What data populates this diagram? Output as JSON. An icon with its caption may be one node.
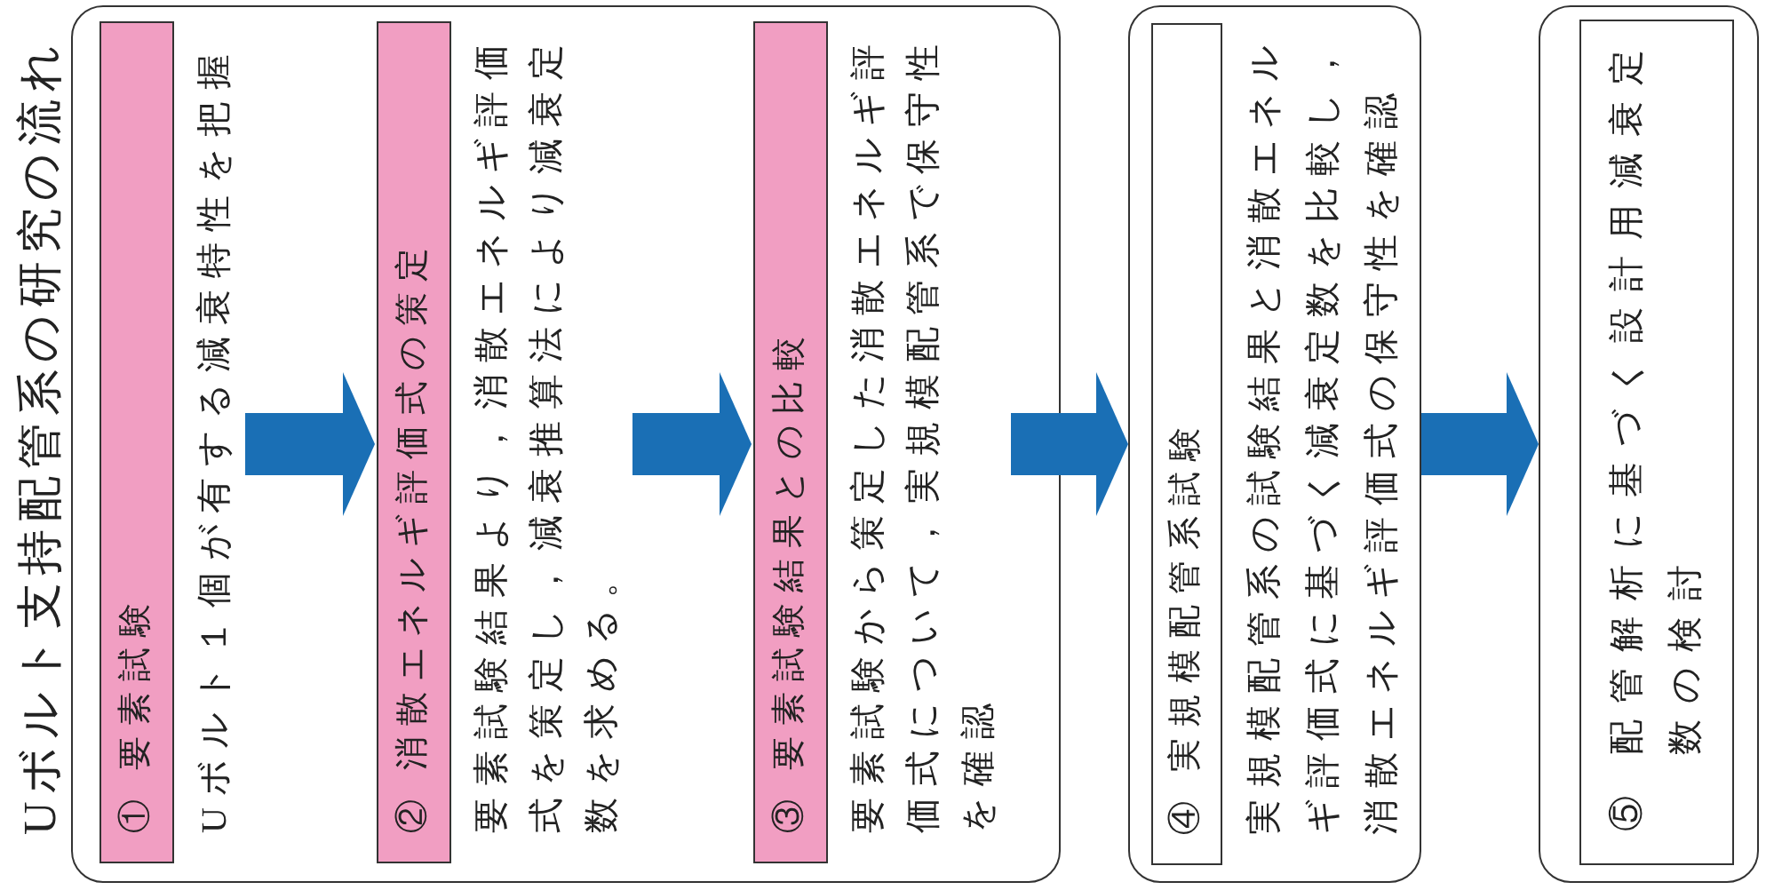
{
  "diagram": {
    "title": "Uボルト支持配管系の研究の流れ",
    "nodes": [
      {
        "text": [],
        "shape": "box"
      },
      {
        "text": [
          "① 要素試験"
        ],
        "in": 0,
        "beside": [
          "Uボルト１個が有する減衰特性を把握"
        ]
      },
      {
        "text": [
          "② 消散エネルギ評価式の策定"
        ],
        "in": 0,
        "beside": [
          "要素試験結果より，消散エネルギ評価式を策定し，減衰推算法により減衰定数を求める。"
        ]
      },
      {
        "text": [
          "③ 要素試験結果との比較"
        ],
        "in": 0,
        "beside": [
          "要素試験から策定した消散エネルギ評価式について，実規模配管系で保守性を確認"
        ]
      },
      {
        "text": [
          "④ 実規模配管系試験",
          "実規模配管系の試験結果と消散エネルギ評価式に基づく減衰定数を比較し，消散エネルギ評価式の保守性を確認"
        ]
      },
      {
        "text": [],
        "shape": "box"
      },
      {
        "text": [
          "⑤ 配管解析に基づく設計用減衰定数の検討"
        ],
        "in": 5
      }
    ],
    "edges": [
      {
        "from": 1,
        "to": 2,
        "arrow": "to"
      },
      {
        "from": 2,
        "to": 3,
        "arrow": "to"
      },
      {
        "from": 3,
        "to": 4,
        "arrow": "to"
      },
      {
        "from": 4,
        "to": 5,
        "arrow": "to"
      }
    ]
  }
}
